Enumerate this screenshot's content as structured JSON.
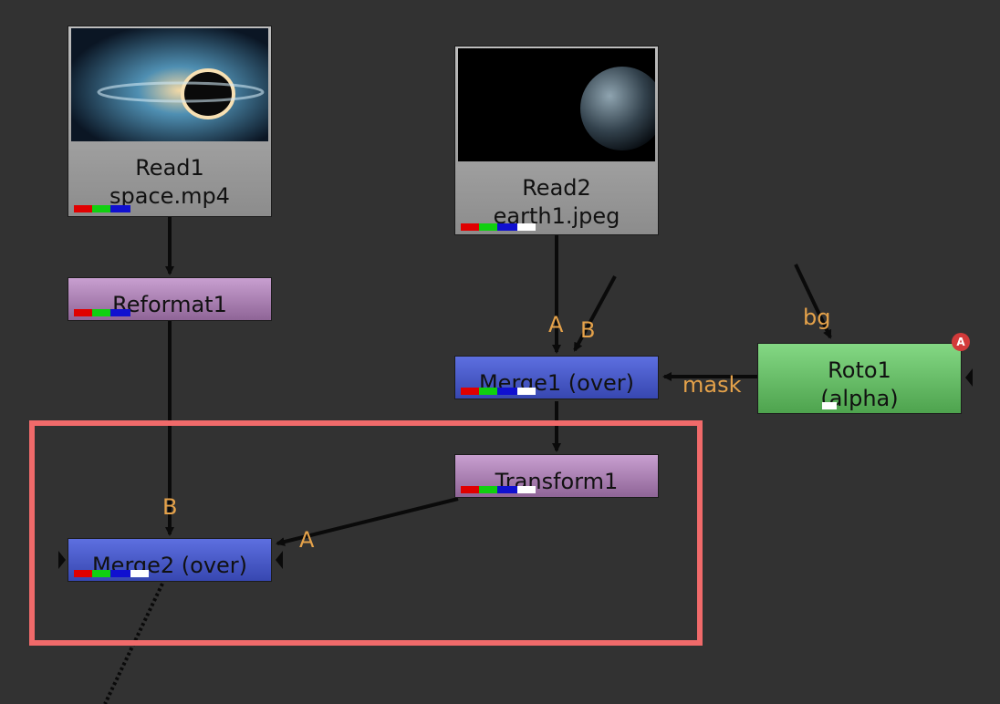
{
  "nodes": {
    "read1": {
      "name": "Read1",
      "file": "space.mp4"
    },
    "read2": {
      "name": "Read2",
      "file": "earth1.jpeg"
    },
    "reformat1": {
      "name": "Reformat1"
    },
    "merge1": {
      "name": "Merge1 (over)"
    },
    "roto1": {
      "name": "Roto1",
      "sub": "(alpha)",
      "badge": "A"
    },
    "transform1": {
      "name": "Transform1"
    },
    "merge2": {
      "name": "Merge2 (over)"
    }
  },
  "edge_labels": {
    "read2_to_merge1": "A",
    "bg_to_merge1": "B",
    "roto_bg": "bg",
    "roto_mask": "mask",
    "reformat_to_merge2": "B",
    "transform_to_merge2": "A"
  },
  "colors": {
    "background": "#323232",
    "edge": "#0a0a0a",
    "edge_label": "#e5a24a",
    "highlight": "#f06a6a",
    "read_node": "#a6a6a6",
    "reformat_transform_node": "#b085ba",
    "merge_node": "#4657c8",
    "roto_node": "#68c068"
  },
  "icons": [
    "connector-arrow-icon",
    "channel-indicator-icon",
    "node-thumbnail-icon",
    "roto-alpha-badge-icon"
  ]
}
